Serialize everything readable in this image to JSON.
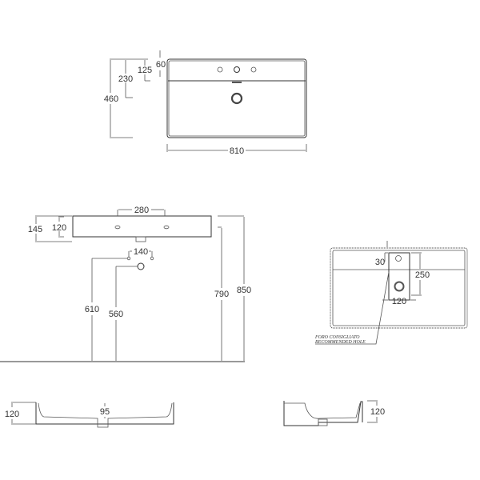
{
  "top_view": {
    "dim_width": "810",
    "dim_depth": "460",
    "dim_230": "230",
    "dim_125": "125",
    "dim_60": "60"
  },
  "front_view": {
    "dim_tap_spacing": "280",
    "dim_145": "145",
    "dim_120": "120",
    "dim_wall_spacing": "140",
    "dim_610": "610",
    "dim_560": "560",
    "dim_790": "790",
    "dim_850": "850"
  },
  "detail_view": {
    "dim_30": "30",
    "dim_250": "250",
    "dim_120": "120",
    "note_line1": "FORO CONSIGLIATO",
    "note_line2": "RECOMMENDED HOLE"
  },
  "section_front": {
    "dim_120": "120",
    "dim_95": "95"
  },
  "section_side": {
    "dim_120": "120"
  }
}
